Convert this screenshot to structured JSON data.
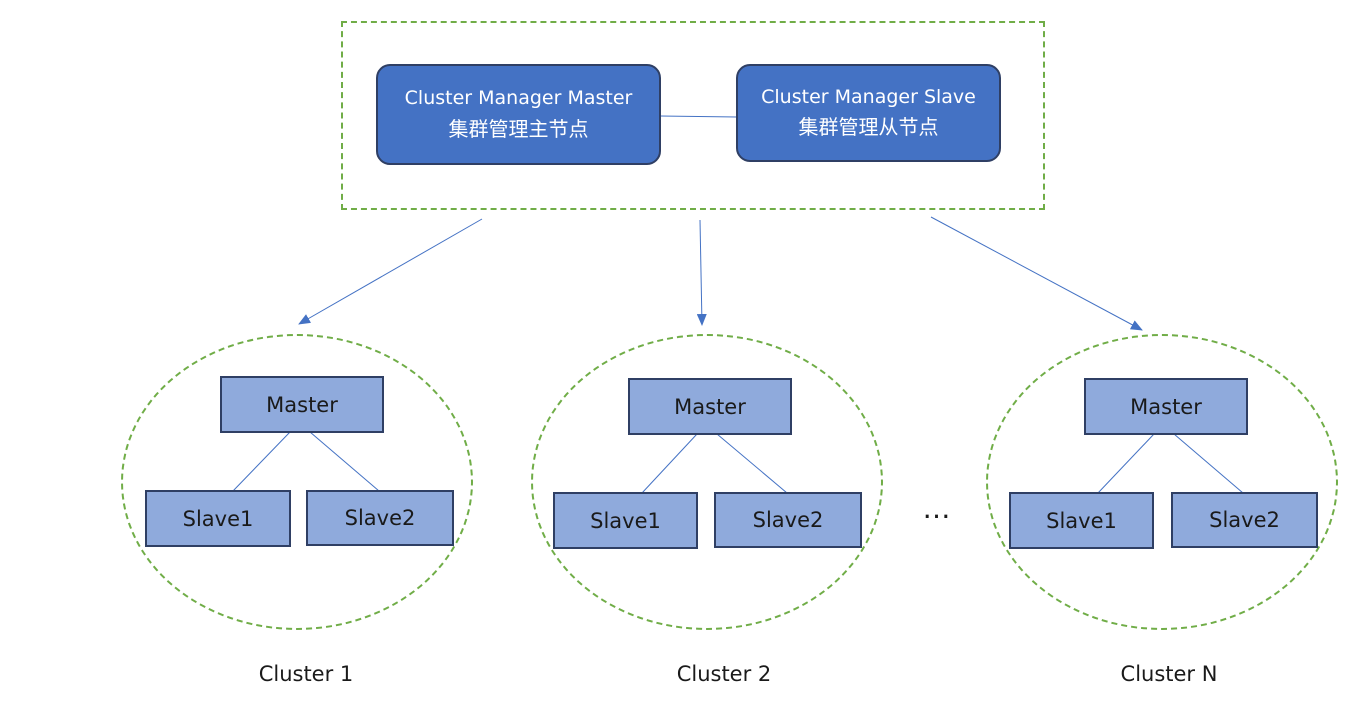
{
  "manager": {
    "master": {
      "line1": "Cluster Manager Master",
      "line2": "集群管理主节点"
    },
    "slave": {
      "line1": "Cluster Manager Slave",
      "line2": "集群管理从节点"
    }
  },
  "clusters": [
    {
      "label": "Cluster 1",
      "master": "Master",
      "slave1": "Slave1",
      "slave2": "Slave2"
    },
    {
      "label": "Cluster 2",
      "master": "Master",
      "slave1": "Slave1",
      "slave2": "Slave2"
    },
    {
      "label": "Cluster N",
      "master": "Master",
      "slave1": "Slave1",
      "slave2": "Slave2"
    }
  ],
  "ellipsis": "…",
  "colors": {
    "manager_fill": "#4472c4",
    "node_fill": "#8faadc",
    "dashed_border": "#70ad47",
    "line": "#4472c4"
  }
}
